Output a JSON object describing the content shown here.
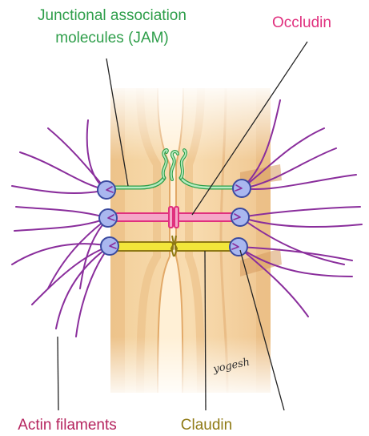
{
  "labels": {
    "jam_line1": "Junctional association",
    "jam_line2": "molecules (JAM)",
    "occludin": "Occludin",
    "actin": "Actin filaments",
    "claudin": "Claudin",
    "signature": "yogesh"
  },
  "colors": {
    "jam": "#2e9e4a",
    "occludin": "#e0307e",
    "actin_label": "#b5245e",
    "claudin": "#8f7a14",
    "actin_filament": "#8a2e9c",
    "cell_tan": "#f6d7a6",
    "cell_dark": "#e8b577",
    "membrane_light": "#fff2dc",
    "jam_fill": "#b7ecc1",
    "occludin_fill": "#f5a7c8",
    "claudin_fill": "#f2e63a",
    "anchor_fill": "#a9b7ef",
    "anchor_stroke": "#3a4aa0"
  }
}
